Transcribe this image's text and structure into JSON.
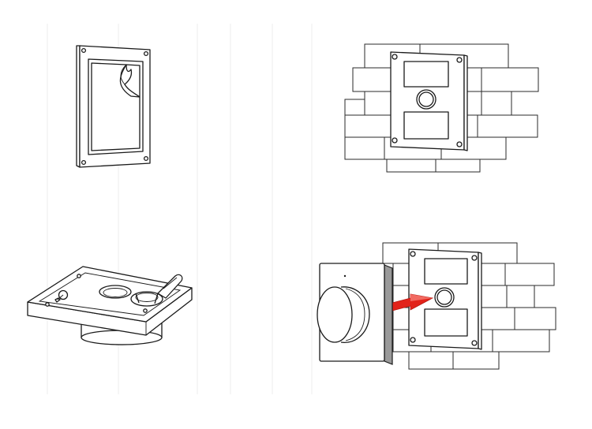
{
  "figure": {
    "steps": [
      {
        "id": "step-peel-adhesive",
        "description_visible": ""
      },
      {
        "id": "step-mount-plate-on-wall",
        "description_visible": ""
      },
      {
        "id": "step-connect-battery",
        "description_visible": ""
      },
      {
        "id": "step-attach-switch",
        "description_visible": ""
      }
    ],
    "colors": {
      "line": "#1a1a1a",
      "arrow": "#e2231a",
      "background": "#ffffff",
      "switch_shadow": "#9a9a9a"
    }
  }
}
